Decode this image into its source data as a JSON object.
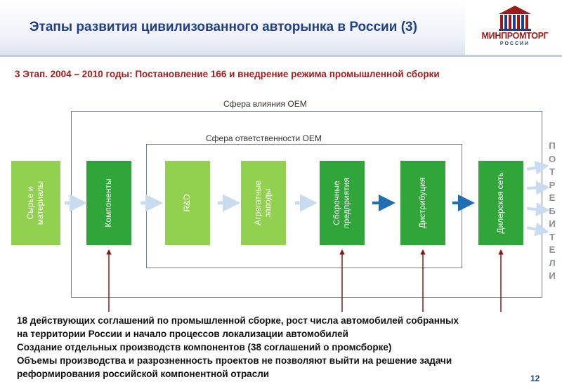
{
  "title": "Этапы развития цивилизованного авторынка в России (3)",
  "logo": {
    "text": "МИНПРОМТОРГ",
    "sub": "РОССИИ"
  },
  "subtitle": "3 Этап. 2004 – 2010 годы: Постановление 166 и внедрение режима промышленной сборки",
  "outer_frame_label": "Сфера влияния  OEM",
  "inner_frame_label": "Сфера ответственности OEM",
  "boxes": [
    {
      "label": "Сырье и\nматериалы",
      "style": "light"
    },
    {
      "label": "Компоненты",
      "style": "dark"
    },
    {
      "label": "R&D",
      "style": "light"
    },
    {
      "label": "Агрегатные\nзаводы",
      "style": "light"
    },
    {
      "label": "Сборочные\nпредприятия",
      "style": "dark"
    },
    {
      "label": "Дистрибуция",
      "style": "dark"
    },
    {
      "label": "Дилерская сеть",
      "style": "dark"
    }
  ],
  "consumers_letters": [
    "П",
    "О",
    "Т",
    "Р",
    "Е",
    "Б",
    "И",
    "Т",
    "Е",
    "Л",
    "И"
  ],
  "bottom_lines": [
    "18 действующих соглашений по промышленной сборке, рост числа автомобилей собранных",
    "на территории России и начало процессов локализации автомобилей",
    "Создание отдельных производств компонентов (38 соглашений о промсборке)",
    "Объемы производства и разрозненность проектов не позволяют выйти на решение задачи",
    "реформирования  российской компонентной отрасли"
  ],
  "page_number": "12",
  "colors": {
    "title": "#1f3f86",
    "subtitle": "#a81c1c",
    "light_green": "#92d050",
    "dark_green": "#2fa53a",
    "arrow_blue": "#1f6fb2",
    "arrow_light": "#c9dcef",
    "arrow_red": "#7a1a1a"
  }
}
